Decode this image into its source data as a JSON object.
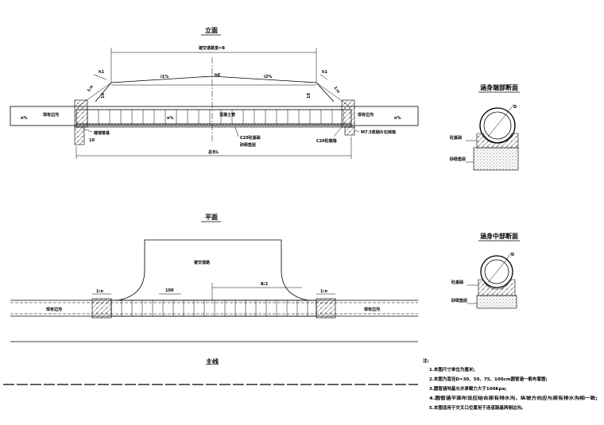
{
  "elevation": {
    "title": "立面",
    "road_width": "被交道路宽=B",
    "slope_left": "i1%",
    "slope_right": "i2%",
    "center_height": "h0",
    "h1_left": "h1",
    "h1_right": "h1",
    "ratio_left": "1:n",
    "ratio_right": "1:n",
    "dim_left": "10",
    "dim_right": "10",
    "ditch_left": "现有边沟",
    "ditch_right": "现有边沟",
    "grade_left": "n%",
    "grade_mid": "n%",
    "grade_right": "n%",
    "pipe_label": "混凝土管",
    "wall_label": "端墙管基",
    "base_label": "C20砼基础",
    "sand_label": "砂砾垫层",
    "cap_label": "C20砼端墙",
    "masonry_label": "M7.5浆砌片石挡墙",
    "small_dim": "10",
    "length": "总长L"
  },
  "section_end": {
    "title": "涵身端部断面",
    "dim": "D",
    "base_label": "砼基础",
    "sand_label": "砂砾垫层"
  },
  "section_mid": {
    "title": "涵身中部断面",
    "dim": "D",
    "base_label": "砼基础",
    "sand_label": "砂砾垫层"
  },
  "plan": {
    "title": "平面",
    "road_label": "被交道路",
    "dim_100": "100",
    "dim_b2": "B/2",
    "ratio_left": "1:n",
    "ratio_right": "1:n",
    "ditch_left": "现有边沟",
    "ditch_right": "现有边沟",
    "main_line": "主线"
  },
  "notes": {
    "heading": "注:",
    "items": [
      "1.本图尺寸单位为厘米;",
      "2.本图为直径D=30、50、75、100cm圆管涵一般布置图;",
      "3.圆管涵地基允许承载力大于100Kpa;",
      "4.圆管涵平面布设应结合原有排水沟，纵坡方向应与原有排水沟相一致;",
      "5.本图适用于交叉口位置用于连道路基两侧边沟。"
    ]
  }
}
